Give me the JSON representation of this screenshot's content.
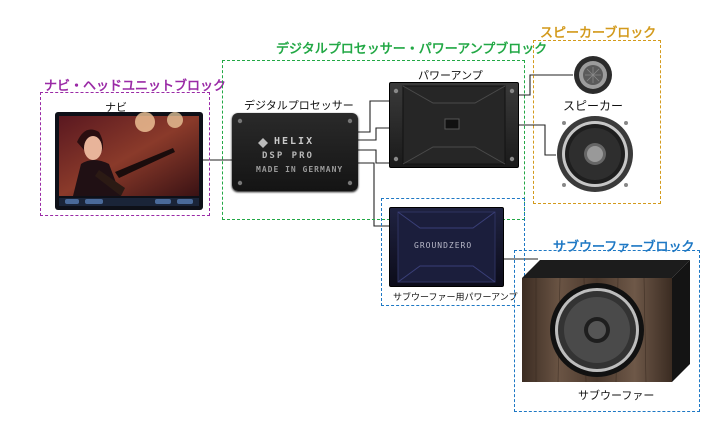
{
  "blocks": {
    "navi": {
      "title": "ナビ・ヘッドユニットブロック",
      "color": "#9a2aa6"
    },
    "dsp_amp": {
      "title": "デジタルプロセッサー・パワーアンプブロック",
      "color": "#22a845"
    },
    "speaker": {
      "title": "スピーカーブロック",
      "color": "#d39a1c"
    },
    "subwoofer": {
      "title": "サブウーファーブロック",
      "color": "#1e78c4"
    }
  },
  "components": {
    "navi_unit": {
      "label": "ナビ"
    },
    "dsp": {
      "label": "デジタルプロセッサー",
      "brand": "HELIX",
      "model": "DSP PRO",
      "origin": "MADE IN GERMANY"
    },
    "power_amp": {
      "label": "パワーアンプ"
    },
    "speaker_unit": {
      "label": "スピーカー"
    },
    "sub_amp": {
      "label": "サブウーファー用パワーアンプ",
      "brand": "GROUNDZERO"
    },
    "subwoofer_unit": {
      "label": "サブウーファー"
    }
  }
}
